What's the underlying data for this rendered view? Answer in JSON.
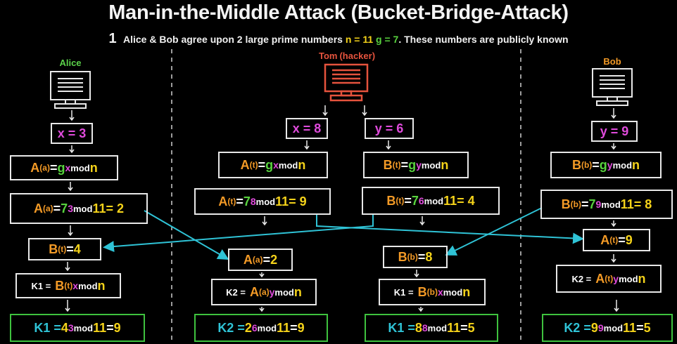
{
  "title": "Man-in-the-Middle Attack (Bucket-Bridge-Attack)",
  "note": {
    "number": "1",
    "text": "Alice & Bob agree upon 2 large prime numbers",
    "n_label": "n = 11",
    "g_label": "g = 7",
    "tail": ". These numbers are publicly known"
  },
  "alice": {
    "name": "Alice",
    "secret": "x = 3",
    "formula": {
      "base": "A",
      "sub": "(a)",
      "eq": " = ",
      "g": "g",
      "exp": "x",
      "mod": " mod ",
      "n": "n"
    },
    "calc": {
      "base": "A",
      "sub": "(a)",
      "eq": " = ",
      "b": "7",
      "exp": "3",
      "mod": " mod ",
      "n": "11",
      "res": " = 2"
    },
    "received": {
      "base": "B",
      "sub": "(t)",
      "eq": " = ",
      "val": "4"
    },
    "key_formula": {
      "k": "K1 = ",
      "base": "B",
      "sub": "(t)",
      "exp": "x",
      "mod": " mod ",
      "n": "n"
    },
    "key_value": {
      "k": "K1 = ",
      "b": "4",
      "exp": "3",
      "mod": " mod ",
      "n": "11",
      "eq": " = ",
      "res": "9"
    }
  },
  "tom": {
    "name": "Tom",
    "role": "(hacker)",
    "secret_x": "x = 8",
    "secret_y": "y = 6",
    "formula_a": {
      "base": "A",
      "sub": "(t)",
      "eq": " = ",
      "g": "g",
      "exp": "x",
      "mod": " mod ",
      "n": "n"
    },
    "formula_b": {
      "base": "B",
      "sub": "(t)",
      "eq": " = ",
      "g": "g",
      "exp": "y",
      "mod": " mod ",
      "n": "n"
    },
    "calc_a": {
      "base": "A",
      "sub": "(t)",
      "eq": " = ",
      "b": "7",
      "exp": "8",
      "mod": " mod ",
      "n": "11",
      "res": " = 9"
    },
    "calc_b": {
      "base": "B",
      "sub": "(t)",
      "eq": " = ",
      "b": "7",
      "exp": "6",
      "mod": " mod ",
      "n": "11",
      "res": " = 4"
    },
    "received_a": {
      "base": "A",
      "sub": "(a)",
      "eq": " = ",
      "val": "2"
    },
    "received_b": {
      "base": "B",
      "sub": "(b)",
      "eq": " = ",
      "val": "8"
    },
    "key2_formula": {
      "k": "K2 = ",
      "base": "A",
      "sub": "(a)",
      "exp": "y",
      "mod": " mod ",
      "n": "n"
    },
    "key1_formula": {
      "k": "K1 = ",
      "base": "B",
      "sub": "(b)",
      "exp": "x",
      "mod": " mod ",
      "n": "n"
    },
    "key2_value": {
      "k": "K2 = ",
      "b": "2",
      "exp": "6",
      "mod": " mod ",
      "n": "11",
      "eq": " = ",
      "res": "9"
    },
    "key1_value": {
      "k": "K1 = ",
      "b": "8",
      "exp": "8",
      "mod": " mod ",
      "n": "11",
      "eq": " = ",
      "res": "5"
    }
  },
  "bob": {
    "name": "Bob",
    "secret": "y = 9",
    "formula": {
      "base": "B",
      "sub": "(b)",
      "eq": " = ",
      "g": "g",
      "exp": "y",
      "mod": " mod ",
      "n": "n"
    },
    "calc": {
      "base": "B",
      "sub": "(b)",
      "eq": " = ",
      "b": "7",
      "exp": "9",
      "mod": " mod ",
      "n": "11",
      "res": " = 8"
    },
    "received": {
      "base": "A",
      "sub": "(t)",
      "eq": " = ",
      "val": "9"
    },
    "key_formula": {
      "k": "K2 = ",
      "base": "A",
      "sub": "(t)",
      "exp": "y",
      "mod": " mod ",
      "n": "n"
    },
    "key_value": {
      "k": "K2 = ",
      "b": "9",
      "exp": "9",
      "mod": " mod ",
      "n": "11",
      "eq": " = ",
      "res": "5"
    }
  },
  "colors": {
    "background": "#000000",
    "box_border": "#e8e8e8",
    "key_border": "#3ec23e",
    "cross_arrow": "#2fc3d6",
    "hacker": "#e5533d",
    "orange": "#f39a26",
    "green": "#58d23e",
    "magenta": "#e04bdc",
    "yellow": "#f5d31a"
  },
  "icons": [
    "computer-icon",
    "down-arrow-icon",
    "cross-arrow-icon"
  ]
}
